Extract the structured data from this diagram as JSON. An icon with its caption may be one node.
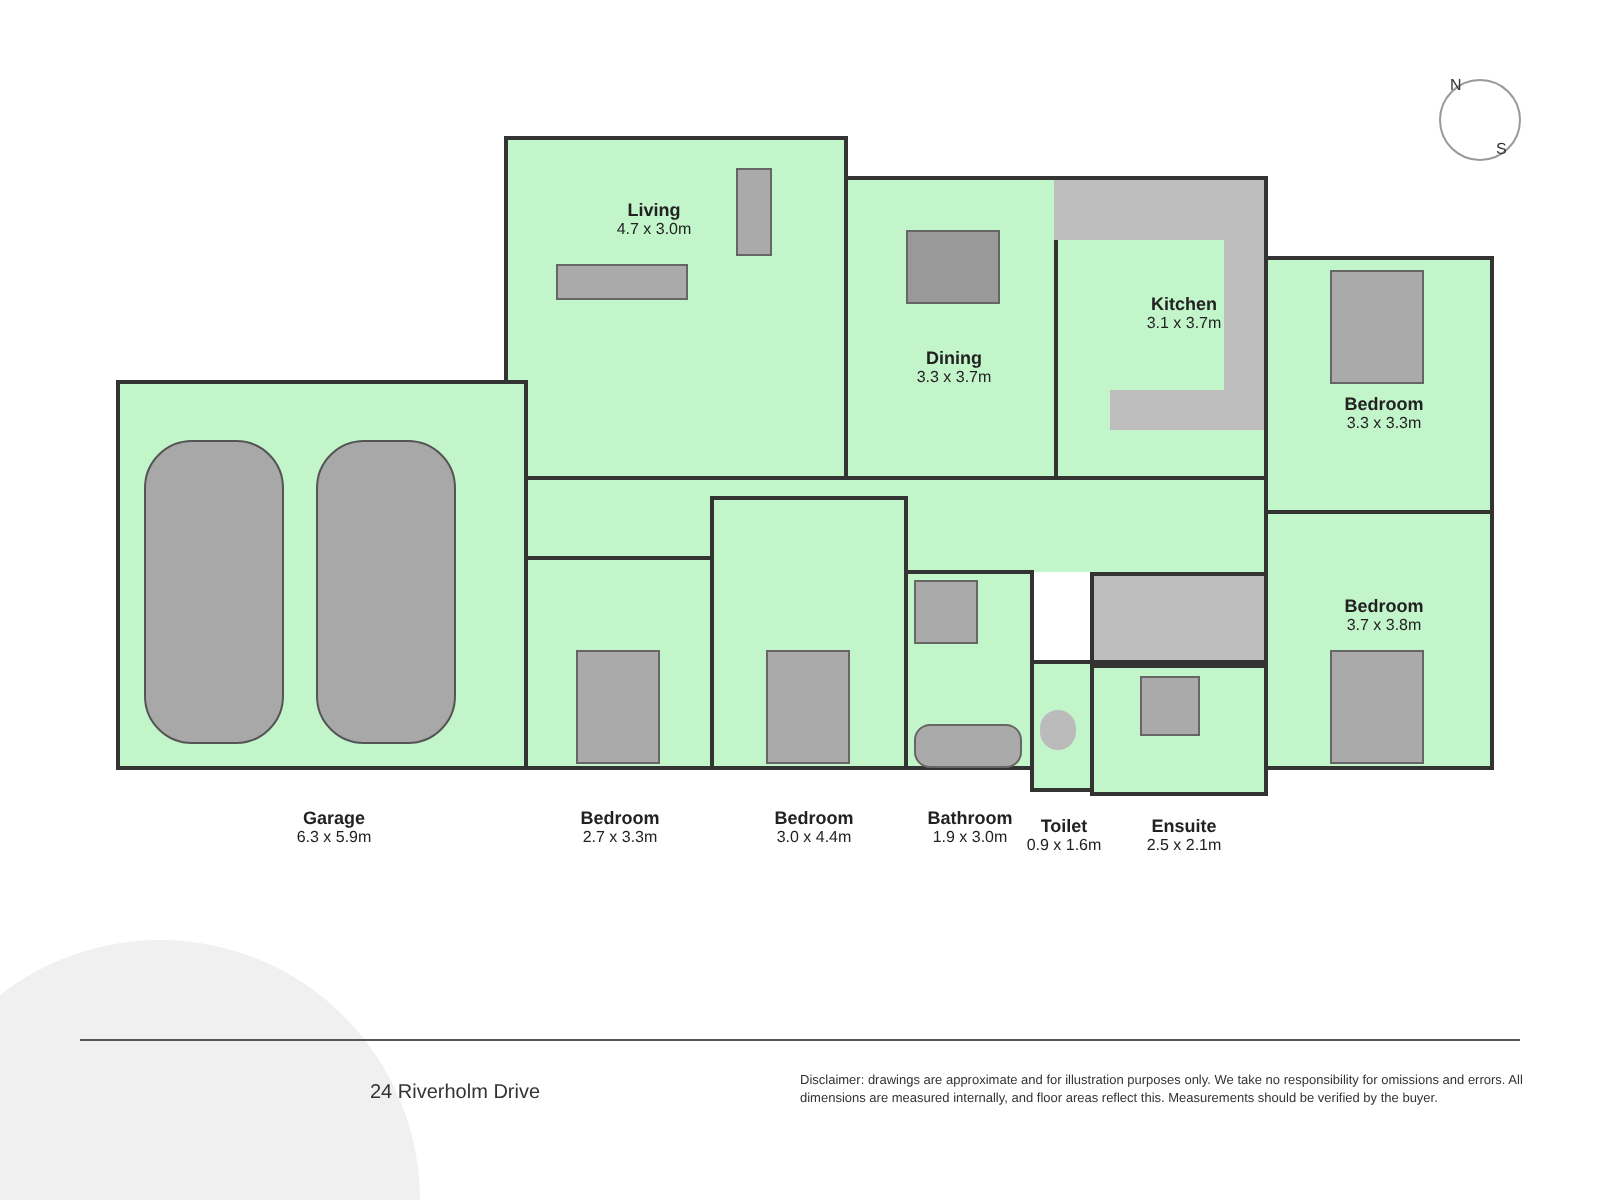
{
  "diagram": {
    "nodes": [
      {
        "text": [
          "Living",
          "4.7 x 3.0m"
        ]
      },
      {
        "text": [
          "Dining",
          "3.3 x 3.7m"
        ]
      },
      {
        "text": [
          "Kitchen",
          "3.1 x 3.7m"
        ]
      },
      {
        "text": [
          "Bedroom",
          "3.3 x 3.3m"
        ]
      },
      {
        "text": [
          "Bedroom",
          "3.7 x 3.8m"
        ]
      },
      {
        "text": [
          "Garage",
          "6.3 x 5.9m"
        ]
      },
      {
        "text": [
          "Bedroom",
          "2.7 x 3.3m"
        ]
      },
      {
        "text": [
          "Bedroom",
          "3.0 x 4.4m"
        ]
      },
      {
        "text": [
          "Bathroom",
          "1.9 x 3.0m"
        ]
      },
      {
        "text": [
          "Toilet",
          "0.9 x 1.6m"
        ]
      },
      {
        "text": [
          "Ensuite",
          "2.5 x 2.1m"
        ]
      },
      {
        "text": [],
        "shape": "box"
      },
      {
        "text": [],
        "shape": "box"
      }
    ],
    "labels": [
      "N",
      "S",
      "24 Riverholm Drive",
      "Disclaimer: drawings are approximate and for illustration purposes only. We take no responsibility for omissions and errors. All dimensions are measured internally, and floor areas reflect this. Measurements should be verified by the buyer."
    ]
  }
}
